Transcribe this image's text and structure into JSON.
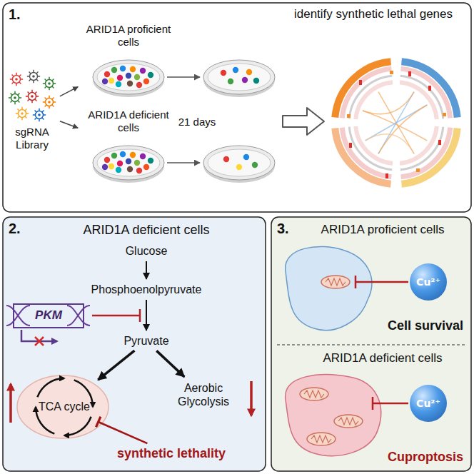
{
  "diagram": {
    "nodes": [
      {
        "text": [
          "1."
        ]
      },
      {
        "text": [
          "sgRNA Library"
        ],
        "in": 0
      },
      {
        "text": [
          "ARID1A proficient cells"
        ],
        "in": 0
      },
      {
        "text": [
          "ARID1A deficient cells"
        ],
        "in": 0
      },
      {
        "text": [
          "identify synthetic lethal genes"
        ],
        "in": 0
      },
      {
        "text": [
          "2.",
          "ARID1A deficient cells"
        ]
      },
      {
        "text": [
          "Glucose"
        ],
        "in": 5
      },
      {
        "text": [
          "Phosphoenolpyruvate"
        ],
        "in": 5
      },
      {
        "text": [
          "PKM"
        ],
        "in": 5
      },
      {
        "text": [
          "Pyruvate"
        ],
        "in": 5
      },
      {
        "text": [
          "TCA cycle"
        ],
        "in": 5
      },
      {
        "text": [
          "Aerobic Glycolysis"
        ],
        "in": 5
      },
      {
        "text": [
          "synthetic lethality"
        ],
        "in": 5
      },
      {
        "text": [
          "3."
        ]
      },
      {
        "text": [
          "ARID1A proficient cells",
          "Cell survival"
        ],
        "in": 13
      },
      {
        "text": [
          "Cu²⁺"
        ],
        "in": 14
      },
      {
        "text": [
          "ARID1A deficient cells",
          "Cuproptosis"
        ],
        "in": 13
      },
      {
        "text": [
          "Cu²⁺"
        ],
        "in": 16
      }
    ],
    "edges": [
      {
        "from": 1,
        "to": 2,
        "arrow": "to"
      },
      {
        "from": 1,
        "to": 3,
        "arrow": "to"
      },
      {
        "from": 6,
        "to": 7,
        "arrow": "to"
      },
      {
        "from": 7,
        "to": 9,
        "arrow": "to"
      },
      {
        "from": 9,
        "to": 10,
        "arrow": "to"
      },
      {
        "from": 9,
        "to": 11,
        "arrow": "to"
      },
      {
        "from": 12,
        "to": 10,
        "arrow": "to"
      }
    ],
    "labels": [
      "21 days"
    ]
  }
}
